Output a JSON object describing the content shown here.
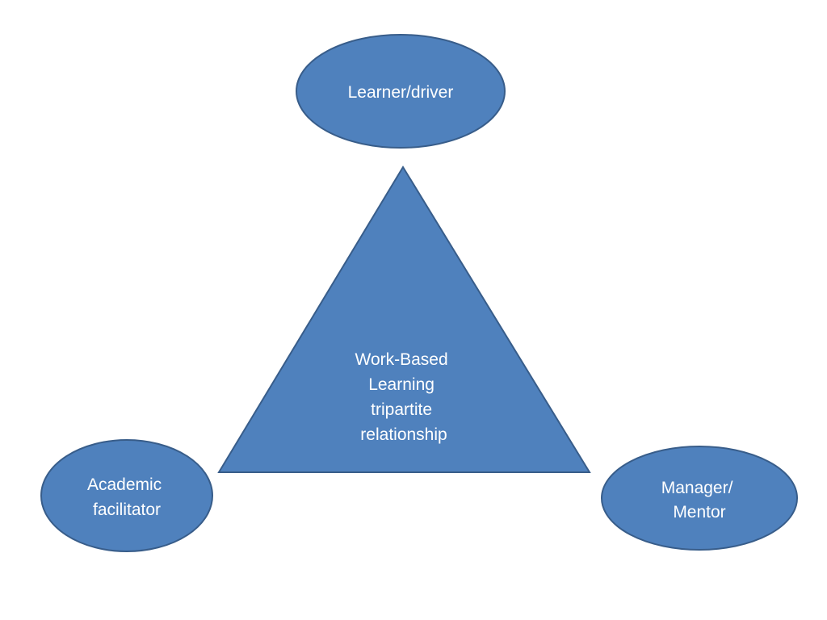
{
  "diagram": {
    "center": {
      "lines": [
        "Work-Based",
        "Learning",
        "tripartite",
        "relationship"
      ]
    },
    "nodes": {
      "top": {
        "lines": [
          "Learner/driver"
        ]
      },
      "left": {
        "lines": [
          "Academic",
          "facilitator"
        ]
      },
      "right": {
        "lines": [
          "Manager/",
          "Mentor"
        ]
      }
    }
  },
  "colors": {
    "shape_fill": "#4f81bd",
    "shape_stroke": "#385d8a",
    "text": "#ffffff",
    "background": "#ffffff"
  }
}
